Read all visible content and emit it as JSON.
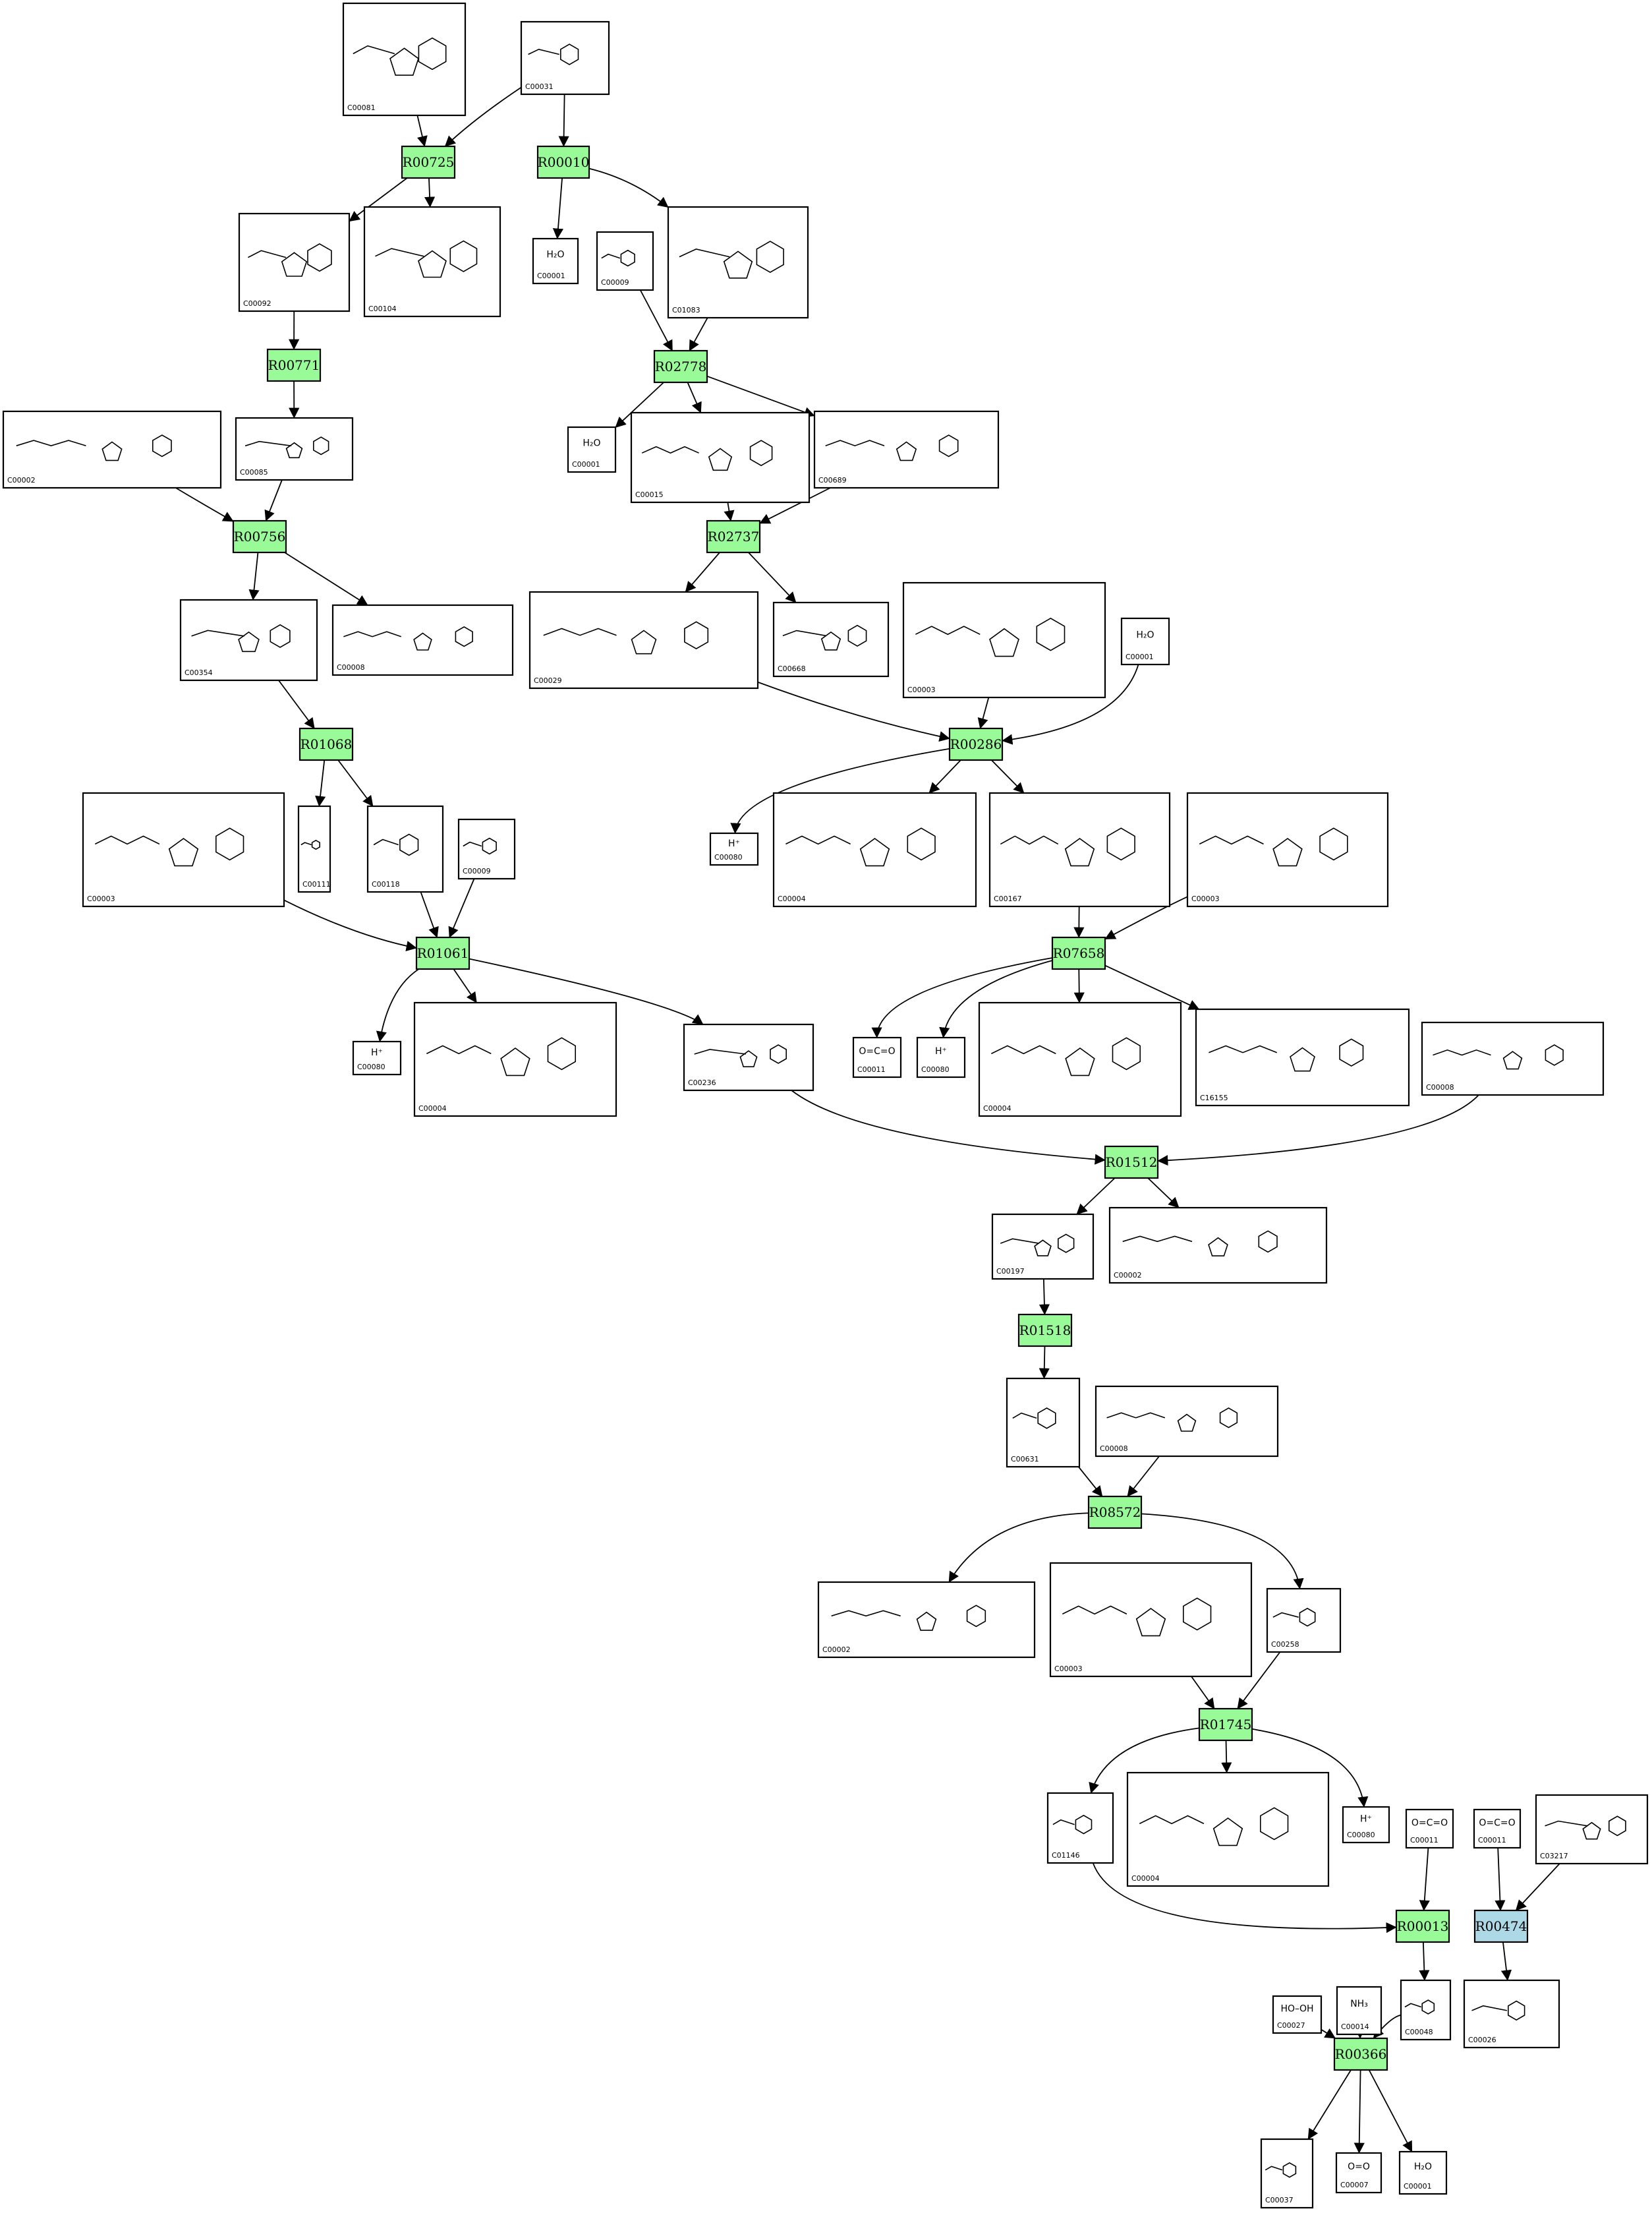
{
  "colors": {
    "reaction_fill": "#98fb98",
    "reaction_fill_highlight": "#add8e6",
    "compound_fill": "#ffffff",
    "stroke": "#000000"
  },
  "reactions": [
    {
      "id": "r1",
      "label": "R00725"
    },
    {
      "id": "r2",
      "label": "R00010"
    },
    {
      "id": "r3",
      "label": "R00771"
    },
    {
      "id": "r4",
      "label": "R02778"
    },
    {
      "id": "r5",
      "label": "R00756"
    },
    {
      "id": "r6",
      "label": "R02737"
    },
    {
      "id": "r7",
      "label": "R01068"
    },
    {
      "id": "r8",
      "label": "R00286"
    },
    {
      "id": "r9",
      "label": "R01061"
    },
    {
      "id": "r10",
      "label": "R07658"
    },
    {
      "id": "r11",
      "label": "R01512"
    },
    {
      "id": "r12",
      "label": "R01518"
    },
    {
      "id": "r13",
      "label": "R08572"
    },
    {
      "id": "r14",
      "label": "R01745"
    },
    {
      "id": "r15",
      "label": "R00013"
    },
    {
      "id": "r16",
      "label": "R00474",
      "highlight": true
    },
    {
      "id": "r17",
      "label": "R00366"
    }
  ],
  "compounds": [
    {
      "id": "c1",
      "label": "C00081",
      "formula": ""
    },
    {
      "id": "c2",
      "label": "C00031",
      "formula": ""
    },
    {
      "id": "c3",
      "label": "C00092",
      "formula": ""
    },
    {
      "id": "c4",
      "label": "C00104",
      "formula": ""
    },
    {
      "id": "c5",
      "label": "C00001",
      "formula": "H₂O"
    },
    {
      "id": "c6",
      "label": "C00009",
      "formula": ""
    },
    {
      "id": "c7",
      "label": "C01083",
      "formula": ""
    },
    {
      "id": "c8",
      "label": "C00002",
      "formula": ""
    },
    {
      "id": "c9",
      "label": "C00085",
      "formula": ""
    },
    {
      "id": "c10",
      "label": "C00001",
      "formula": "H₂O"
    },
    {
      "id": "c11",
      "label": "C00015",
      "formula": ""
    },
    {
      "id": "c12",
      "label": "C00689",
      "formula": ""
    },
    {
      "id": "c13",
      "label": "C00354",
      "formula": ""
    },
    {
      "id": "c14",
      "label": "C00008",
      "formula": ""
    },
    {
      "id": "c15",
      "label": "C00029",
      "formula": ""
    },
    {
      "id": "c16",
      "label": "C00668",
      "formula": ""
    },
    {
      "id": "c17",
      "label": "C00003",
      "formula": ""
    },
    {
      "id": "c18",
      "label": "C00001",
      "formula": "H₂O"
    },
    {
      "id": "c19",
      "label": "C00003",
      "formula": ""
    },
    {
      "id": "c20",
      "label": "C00111",
      "formula": ""
    },
    {
      "id": "c21",
      "label": "C00118",
      "formula": ""
    },
    {
      "id": "c22",
      "label": "C00009",
      "formula": ""
    },
    {
      "id": "c23",
      "label": "C00080",
      "formula": "H⁺"
    },
    {
      "id": "c24",
      "label": "C00004",
      "formula": ""
    },
    {
      "id": "c25",
      "label": "C00167",
      "formula": ""
    },
    {
      "id": "c26",
      "label": "C00003",
      "formula": ""
    },
    {
      "id": "c27",
      "label": "C00080",
      "formula": "H⁺"
    },
    {
      "id": "c28",
      "label": "C00004",
      "formula": ""
    },
    {
      "id": "c29",
      "label": "C00236",
      "formula": ""
    },
    {
      "id": "c30",
      "label": "C00011",
      "formula": "O=C=O"
    },
    {
      "id": "c31",
      "label": "C00080",
      "formula": "H⁺"
    },
    {
      "id": "c32",
      "label": "C00004",
      "formula": ""
    },
    {
      "id": "c33",
      "label": "C16155",
      "formula": ""
    },
    {
      "id": "c34",
      "label": "C00008",
      "formula": ""
    },
    {
      "id": "c35",
      "label": "C00197",
      "formula": ""
    },
    {
      "id": "c36",
      "label": "C00002",
      "formula": ""
    },
    {
      "id": "c37",
      "label": "C00631",
      "formula": ""
    },
    {
      "id": "c38",
      "label": "C00008",
      "formula": ""
    },
    {
      "id": "c39",
      "label": "C00002",
      "formula": ""
    },
    {
      "id": "c40",
      "label": "C00003",
      "formula": ""
    },
    {
      "id": "c41",
      "label": "C00258",
      "formula": ""
    },
    {
      "id": "c42",
      "label": "C01146",
      "formula": ""
    },
    {
      "id": "c43",
      "label": "C00004",
      "formula": ""
    },
    {
      "id": "c44",
      "label": "C00080",
      "formula": "H⁺"
    },
    {
      "id": "c45",
      "label": "C00011",
      "formula": "O=C=O"
    },
    {
      "id": "c46",
      "label": "C00011",
      "formula": "O=C=O"
    },
    {
      "id": "c47",
      "label": "C03217",
      "formula": ""
    },
    {
      "id": "c48",
      "label": "C00027",
      "formula": "HO–OH"
    },
    {
      "id": "c49",
      "label": "C00014",
      "formula": "NH₃"
    },
    {
      "id": "c50",
      "label": "C00048",
      "formula": ""
    },
    {
      "id": "c51",
      "label": "C00026",
      "formula": ""
    },
    {
      "id": "c52",
      "label": "C00037",
      "formula": ""
    },
    {
      "id": "c53",
      "label": "C00007",
      "formula": "O=O"
    },
    {
      "id": "c54",
      "label": "C00001",
      "formula": "H₂O"
    }
  ],
  "edges": [
    [
      "c1",
      "r1"
    ],
    [
      "c2",
      "r1"
    ],
    [
      "c2",
      "r2"
    ],
    [
      "r1",
      "c3"
    ],
    [
      "r1",
      "c4"
    ],
    [
      "r2",
      "c5"
    ],
    [
      "r2",
      "c7"
    ],
    [
      "c3",
      "r3"
    ],
    [
      "r3",
      "c9"
    ],
    [
      "c6",
      "r4"
    ],
    [
      "c7",
      "r4"
    ],
    [
      "r4",
      "c10"
    ],
    [
      "r4",
      "c11"
    ],
    [
      "r4",
      "c12"
    ],
    [
      "c8",
      "r5"
    ],
    [
      "c9",
      "r5"
    ],
    [
      "r5",
      "c13"
    ],
    [
      "r5",
      "c14"
    ],
    [
      "c11",
      "r6"
    ],
    [
      "c12",
      "r6"
    ],
    [
      "r6",
      "c15"
    ],
    [
      "r6",
      "c16"
    ],
    [
      "c13",
      "r7"
    ],
    [
      "r7",
      "c20"
    ],
    [
      "r7",
      "c21"
    ],
    [
      "c15",
      "r8"
    ],
    [
      "c17",
      "r8"
    ],
    [
      "c18",
      "r8"
    ],
    [
      "r8",
      "c23"
    ],
    [
      "r8",
      "c24"
    ],
    [
      "r8",
      "c25"
    ],
    [
      "c19",
      "r9"
    ],
    [
      "c21",
      "r9"
    ],
    [
      "c22",
      "r9"
    ],
    [
      "r9",
      "c27"
    ],
    [
      "r9",
      "c28"
    ],
    [
      "r9",
      "c29"
    ],
    [
      "c25",
      "r10"
    ],
    [
      "c26",
      "r10"
    ],
    [
      "r10",
      "c30"
    ],
    [
      "r10",
      "c31"
    ],
    [
      "r10",
      "c32"
    ],
    [
      "r10",
      "c33"
    ],
    [
      "c29",
      "r11"
    ],
    [
      "c34",
      "r11"
    ],
    [
      "r11",
      "c35"
    ],
    [
      "r11",
      "c36"
    ],
    [
      "c35",
      "r12"
    ],
    [
      "r12",
      "c37"
    ],
    [
      "c37",
      "r13"
    ],
    [
      "c38",
      "r13"
    ],
    [
      "r13",
      "c39"
    ],
    [
      "r13",
      "c41"
    ],
    [
      "c40",
      "r14"
    ],
    [
      "c41",
      "r14"
    ],
    [
      "r14",
      "c42"
    ],
    [
      "r14",
      "c43"
    ],
    [
      "r14",
      "c44"
    ],
    [
      "c42",
      "r15"
    ],
    [
      "c45",
      "r15"
    ],
    [
      "c46",
      "r16"
    ],
    [
      "c47",
      "r16"
    ],
    [
      "r15",
      "c50"
    ],
    [
      "r16",
      "c51"
    ],
    [
      "c48",
      "r17"
    ],
    [
      "c49",
      "r17"
    ],
    [
      "c50",
      "r17"
    ],
    [
      "r17",
      "c52"
    ],
    [
      "r17",
      "c53"
    ],
    [
      "r17",
      "c54"
    ]
  ]
}
